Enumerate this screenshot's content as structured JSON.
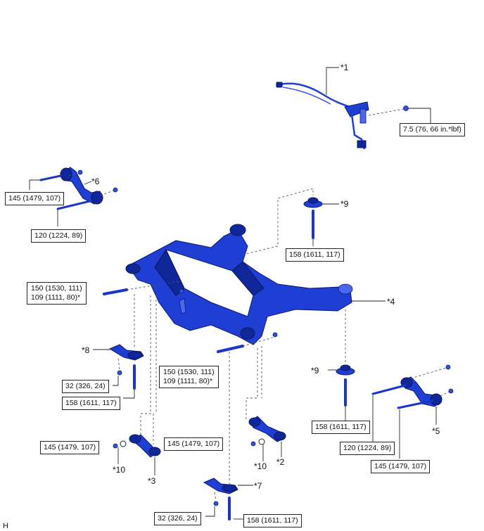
{
  "callouts": {
    "c1": "*1",
    "c2": "*2",
    "c3": "*3",
    "c4": "*4",
    "c5": "*5",
    "c6": "*6",
    "c7": "*7",
    "c8": "*8",
    "c9a": "*9",
    "c9b": "*9",
    "c10a": "*10",
    "c10b": "*10",
    "corner": "H"
  },
  "torque_labels": {
    "t_sensor": "7.5 (76, 66 in.*lbf)",
    "t_upper6_a": "145 (1479, 107)",
    "t_upper6_b": "120 (1224, 89)",
    "t_top9": "158 (1611, 117)",
    "t_left_bolt_1": "150 (1530, 111)",
    "t_left_bolt_2": "109 (1111, 80)*",
    "t_mid_bolt_1": "150 (1530, 111)",
    "t_mid_bolt_2": "109 (1111, 80)*",
    "t_nut8": "32 (326, 24)",
    "t_bolt8": "158 (1611, 117)",
    "t_bolt9r": "158 (1611, 117)",
    "t_arm5_a": "120 (1224, 89)",
    "t_arm5_b": "145 (1479, 107)",
    "t_arm3": "145 (1479, 107)",
    "t_arm2": "145 (1479, 107)",
    "t_nut7": "32 (326, 24)",
    "t_bolt7": "158 (1611, 117)"
  },
  "colors": {
    "part_blue": "#1f3fd4",
    "part_dark": "#10279a",
    "leader": "#222222"
  }
}
